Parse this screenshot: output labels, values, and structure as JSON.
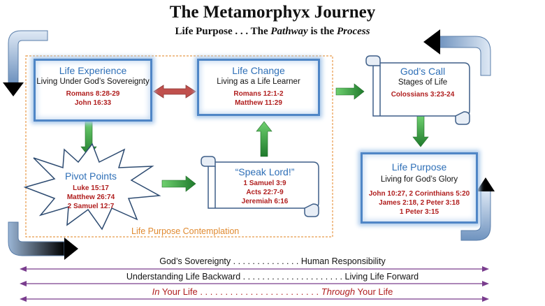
{
  "title": "The Metamorphyx Journey",
  "subtitle": {
    "part1": "Life Purpose . . . The ",
    "pathway": "Pathway",
    "part2": " is the ",
    "process": "Process"
  },
  "contemplation_label": "Life Purpose Contemplation",
  "life_experience": {
    "title": "Life Experience",
    "subtitle": "Living Under God’s Sovereignty",
    "refs": [
      "Romans 8:28-29",
      "John 16:33"
    ]
  },
  "life_change": {
    "title": "Life Change",
    "subtitle": "Living as a Life Learner",
    "refs": [
      "Romans 12:1-2",
      "Matthew 11:29"
    ]
  },
  "gods_call": {
    "title": "God’s Call",
    "subtitle": "Stages of Life",
    "refs": [
      "Colossians 3:23-24"
    ]
  },
  "pivot_points": {
    "title": "Pivot Points",
    "refs": [
      "Luke 15:17",
      "Matthew 26:74",
      "2 Samuel 12:7"
    ]
  },
  "speak_lord": {
    "title": "“Speak Lord!”",
    "refs": [
      "1 Samuel 3:9",
      "Acts 22:7-9",
      "Jeremiah 6:16"
    ]
  },
  "life_purpose": {
    "title": "Life Purpose",
    "subtitle": "Living for God’s Glory",
    "refs": [
      "John 10:27, 2 Corinthians 5:20",
      "James 2:18,  2 Peter 3:18",
      "1 Peter 3:15"
    ]
  },
  "bottom_lines": {
    "line1": "God’s Sovereignty . . . . . . . . . . . . . .   Human Responsibility",
    "line2": "Understanding Life Backward . . . . . . . . . . . . . . . . . . . . .  Living Life Forward",
    "line3_a": "In",
    "line3_b": " Your Life . . . . . . . . . . . . . . . . . . . . . . . . ",
    "line3_c": "Through",
    "line3_d": " Your Life"
  },
  "colors": {
    "card_title": "#2e6fb7",
    "card_border": "#4f86c6",
    "refs": "#b01e1e",
    "arrow_green": "#2e9a3a",
    "arrow_red": "#c0504d",
    "purple": "#7a3d8e",
    "orange_dash": "#e89a4a"
  }
}
